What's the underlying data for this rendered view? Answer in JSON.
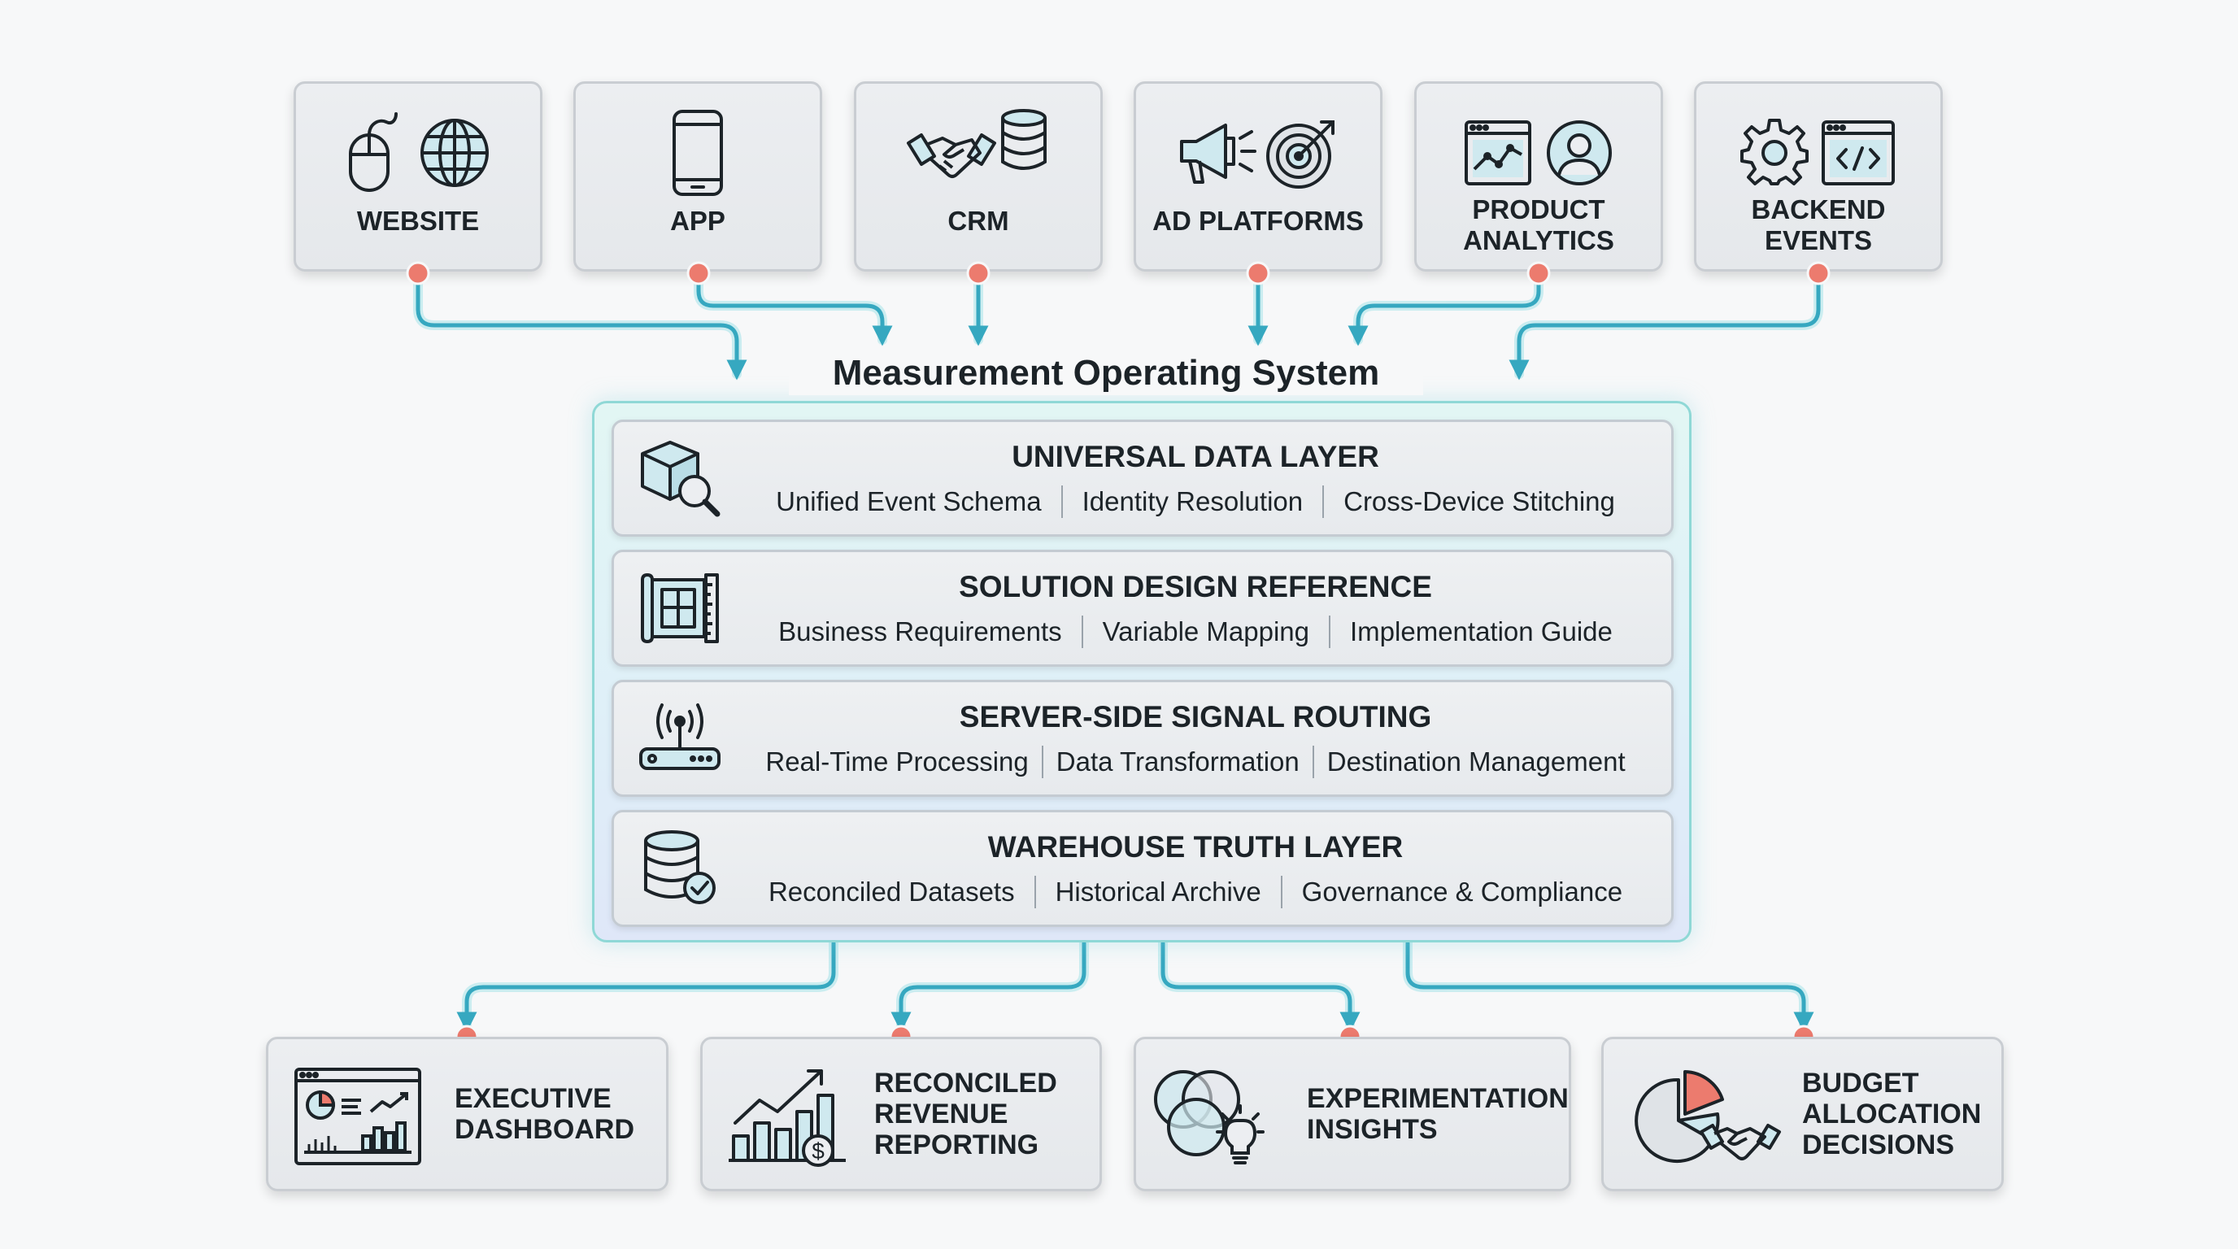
{
  "colors": {
    "connector": "#36a8c0",
    "connector_glow": "#9fe0e6",
    "node_dot": "#ec7b6e",
    "frame_border": "#8fd8d6",
    "card_border": "#c9cdd2"
  },
  "sources": [
    {
      "label": "WEBSITE",
      "icons": [
        "mouse-icon",
        "globe-icon"
      ]
    },
    {
      "label": "APP",
      "icons": [
        "smartphone-icon"
      ]
    },
    {
      "label": "CRM",
      "icons": [
        "handshake-icon",
        "database-icon"
      ]
    },
    {
      "label": "AD PLATFORMS",
      "icons": [
        "megaphone-icon",
        "target-icon"
      ]
    },
    {
      "label": "PRODUCT\nANALYTICS",
      "icons": [
        "analytics-chart-icon",
        "user-profile-icon"
      ]
    },
    {
      "label": "BACKEND\nEVENTS",
      "icons": [
        "gear-icon",
        "code-window-icon"
      ]
    }
  ],
  "system": {
    "title": "Measurement Operating System",
    "layers": [
      {
        "title": "UNIVERSAL DATA LAYER",
        "icon": "cube-search-icon",
        "items": [
          "Unified Event Schema",
          "Identity Resolution",
          "Cross-Device Stitching"
        ]
      },
      {
        "title": "SOLUTION DESIGN REFERENCE",
        "icon": "blueprint-icon",
        "items": [
          "Business Requirements",
          "Variable Mapping",
          "Implementation Guide"
        ]
      },
      {
        "title": "SERVER-SIDE SIGNAL ROUTING",
        "icon": "router-icon",
        "items": [
          "Real-Time Processing",
          "Data Transformation",
          "Destination Management"
        ]
      },
      {
        "title": "WAREHOUSE TRUTH LAYER",
        "icon": "database-check-icon",
        "items": [
          "Reconciled Datasets",
          "Historical Archive",
          "Governance & Compliance"
        ]
      }
    ]
  },
  "outputs": [
    {
      "label": "EXECUTIVE\nDASHBOARD",
      "icon": "dashboard-icon"
    },
    {
      "label": "RECONCILED\nREVENUE\nREPORTING",
      "icon": "revenue-growth-icon"
    },
    {
      "label": "EXPERIMENTATION\nINSIGHTS",
      "icon": "venn-lightbulb-icon"
    },
    {
      "label": "BUDGET\nALLOCATION\nDECISIONS",
      "icon": "pie-handshake-icon"
    }
  ]
}
